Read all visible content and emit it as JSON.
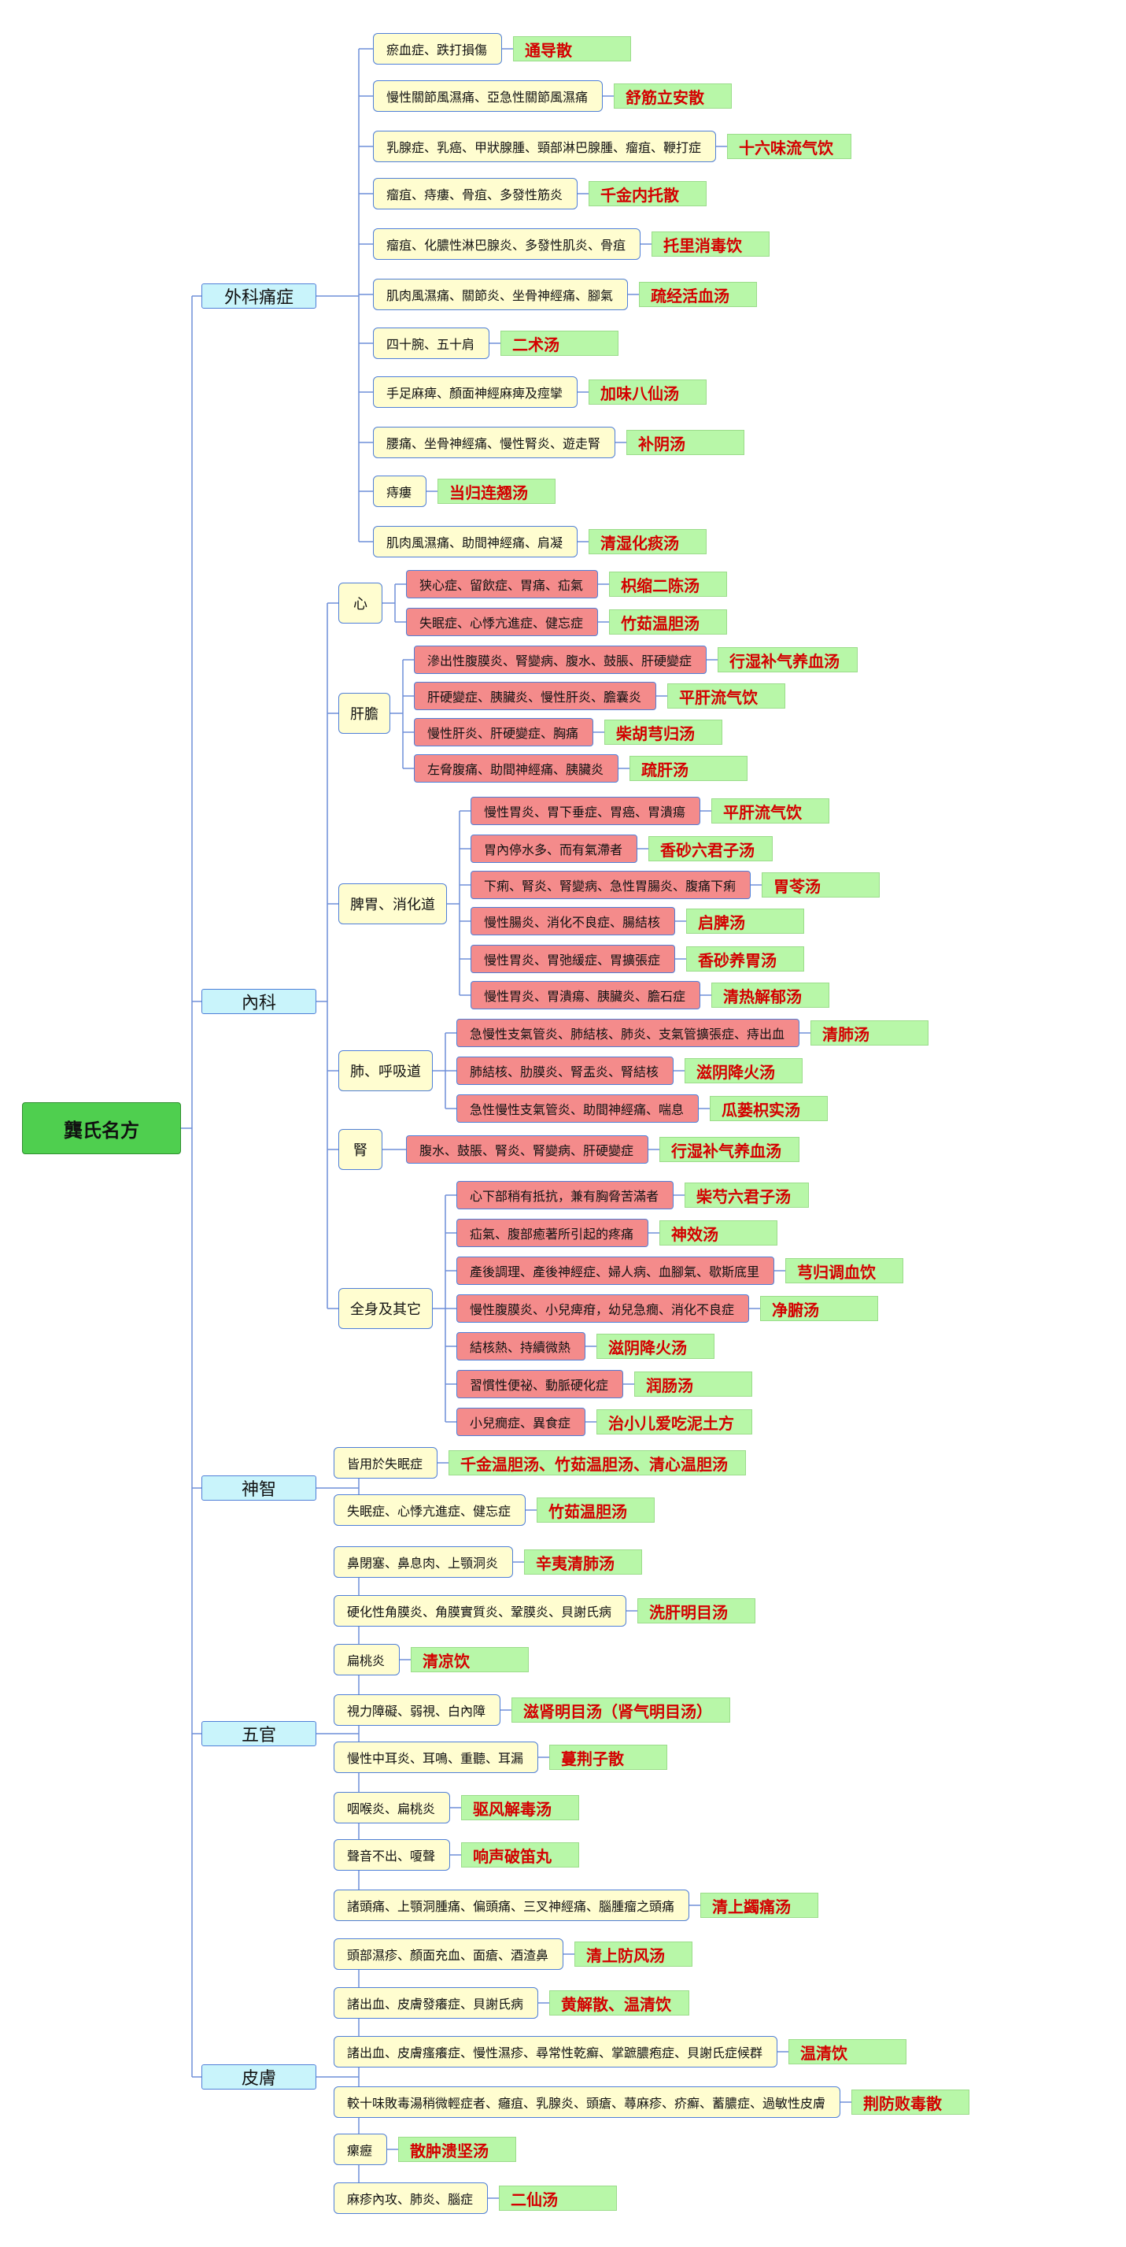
{
  "root": "龔氏名方",
  "categories": [
    {
      "name": "外科痛症",
      "groups": [
        {
          "name": null,
          "items": [
            {
              "s": "瘀血症、跌打損傷",
              "r": "通导散",
              "t": "y"
            },
            {
              "s": "慢性關節風濕痛、亞急性關節風濕痛",
              "r": "舒筋立安散",
              "t": "y"
            },
            {
              "s": "乳腺症、乳癌、甲狀腺腫、頸部淋巴腺腫、瘤疽、鞭打症",
              "r": "十六味流气饮",
              "t": "y"
            },
            {
              "s": "瘤疽、痔瘻、骨疽、多發性筋炎",
              "r": "千金内托散",
              "t": "y"
            },
            {
              "s": "瘤疽、化膿性淋巴腺炎、多發性肌炎、骨疽",
              "r": "托里消毒饮",
              "t": "y"
            },
            {
              "s": "肌肉風濕痛、關節炎、坐骨神經痛、腳氣",
              "r": "疏经活血汤",
              "t": "y"
            },
            {
              "s": "四十腕、五十肩",
              "r": "二术汤",
              "t": "y"
            },
            {
              "s": "手足麻痺、顏面神經麻痺及痙攣",
              "r": "加味八仙汤",
              "t": "y"
            },
            {
              "s": "腰痛、坐骨神經痛、慢性腎炎、遊走腎",
              "r": "补阴汤",
              "t": "y"
            },
            {
              "s": "痔瘻",
              "r": "当归连翘汤",
              "t": "y"
            },
            {
              "s": "肌肉風濕痛、助間神經痛、肩凝",
              "r": "清湿化痰汤",
              "t": "y"
            }
          ]
        }
      ]
    },
    {
      "name": "內科",
      "groups": [
        {
          "name": "心",
          "items": [
            {
              "s": "狭心症、留飲症、胃痛、疝氣",
              "r": "枳缩二陈汤",
              "t": "r"
            },
            {
              "s": "失眠症、心悸亢進症、健忘症",
              "r": "竹茹温胆汤",
              "t": "r"
            }
          ]
        },
        {
          "name": "肝膽",
          "items": [
            {
              "s": "滲出性腹膜炎、腎變病、腹水、鼓脹、肝硬變症",
              "r": "行湿补气养血汤",
              "t": "r"
            },
            {
              "s": "肝硬變症、胰臟炎、慢性肝炎、膽囊炎",
              "r": "平肝流气饮",
              "t": "r"
            },
            {
              "s": "慢性肝炎、肝硬變症、胸痛",
              "r": "柴胡芎归汤",
              "t": "r"
            },
            {
              "s": "左脅腹痛、助間神經痛、胰臟炎",
              "r": "疏肝汤",
              "t": "r"
            }
          ]
        },
        {
          "name": "脾胃、消化道",
          "items": [
            {
              "s": "慢性胃炎、胃下垂症、胃癌、胃潰瘍",
              "r": "平肝流气饮",
              "t": "r"
            },
            {
              "s": "胃內停水多、而有氣滯者",
              "r": "香砂六君子汤",
              "t": "r"
            },
            {
              "s": "下痢、腎炎、腎變病、急性胃腸炎、腹痛下痢",
              "r": "胃苓汤",
              "t": "r"
            },
            {
              "s": "慢性腸炎、消化不良症、腸結核",
              "r": "启脾汤",
              "t": "r"
            },
            {
              "s": "慢性胃炎、胃弛緩症、胃擴張症",
              "r": "香砂养胃汤",
              "t": "r"
            },
            {
              "s": "慢性胃炎、胃潰瘍、胰臟炎、膽石症",
              "r": "清热解郁汤",
              "t": "r"
            }
          ]
        },
        {
          "name": "肺、呼吸道",
          "items": [
            {
              "s": "急慢性支氣管炎、肺結核、肺炎、支氣管擴張症、痔出血",
              "r": "清肺汤",
              "t": "r"
            },
            {
              "s": "肺結核、肋膜炎、腎盂炎、腎結核",
              "r": "滋阴降火汤",
              "t": "r"
            },
            {
              "s": "急性慢性支氣管炎、助間神經痛、喘息",
              "r": "瓜蒌枳实汤",
              "t": "r"
            }
          ]
        },
        {
          "name": "腎",
          "items": [
            {
              "s": "腹水、鼓脹、腎炎、腎變病、肝硬變症",
              "r": "行湿补气养血汤",
              "t": "r"
            }
          ]
        },
        {
          "name": "全身及其它",
          "items": [
            {
              "s": "心下部稍有抵抗，兼有胸脅苦滿者",
              "r": "柴芍六君子汤",
              "t": "r"
            },
            {
              "s": "疝氣、腹部癒著所引起的疼痛",
              "r": "神效汤",
              "t": "r"
            },
            {
              "s": "產後調理、產後神經症、婦人病、血腳氣、歇斯底里",
              "r": "芎归调血饮",
              "t": "r"
            },
            {
              "s": "慢性腹膜炎、小兒痺疳，幼兒急癇、消化不良症",
              "r": "净腑汤",
              "t": "r"
            },
            {
              "s": "結核熱、持續微熱",
              "r": "滋阴降火汤",
              "t": "r"
            },
            {
              "s": "習慣性便祕、動脈硬化症",
              "r": "润肠汤",
              "t": "r"
            },
            {
              "s": "小兒癇症、異食症",
              "r": "治小儿爱吃泥土方",
              "t": "r"
            }
          ]
        }
      ]
    },
    {
      "name": "神智",
      "groups": [
        {
          "name": null,
          "items": [
            {
              "s": "皆用於失眠症",
              "r": "千金温胆汤、竹茹温胆汤、清心温胆汤",
              "t": "y"
            },
            {
              "s": "失眠症、心悸亢進症、健忘症",
              "r": "竹茹温胆汤",
              "t": "y"
            }
          ]
        }
      ]
    },
    {
      "name": "五官",
      "groups": [
        {
          "name": null,
          "items": [
            {
              "s": "鼻閉塞、鼻息肉、上顎洞炎",
              "r": "辛夷清肺汤",
              "t": "y"
            },
            {
              "s": "硬化性角膜炎、角膜實質炎、鞏膜炎、貝謝氏病",
              "r": "洗肝明目汤",
              "t": "y"
            },
            {
              "s": "扁桃炎",
              "r": "清凉饮",
              "t": "y"
            },
            {
              "s": "視力障礙、弱視、白內障",
              "r": "滋肾明目汤（肾气明目汤）",
              "t": "y"
            },
            {
              "s": "慢性中耳炎、耳鳴、重聽、耳漏",
              "r": "蔓荆子散",
              "t": "y"
            },
            {
              "s": "咽喉炎、扁桃炎",
              "r": "驱风解毒汤",
              "t": "y"
            },
            {
              "s": "聲音不出、嗄聲",
              "r": "响声破笛丸",
              "t": "y"
            },
            {
              "s": "諸頭痛、上顎洞腫痛、偏頭痛、三叉神經痛、腦腫瘤之頭痛",
              "r": "清上蠲痛汤",
              "t": "y"
            }
          ]
        }
      ]
    },
    {
      "name": "皮膚",
      "groups": [
        {
          "name": null,
          "items": [
            {
              "s": "頭部濕疹、顏面充血、面瘡、酒渣鼻",
              "r": "清上防风汤",
              "t": "y"
            },
            {
              "s": "諸出血、皮膚發癢症、貝謝氏病",
              "r": "黄解散、温清饮",
              "t": "y"
            },
            {
              "s": "諸出血、皮膚瘙癢症、慢性濕疹、尋常性乾癬、掌蹠膿疱症、貝謝氏症候群",
              "r": "温清饮",
              "t": "y"
            },
            {
              "s": "較十味敗毒湯稍微輕症者、癰疽、乳腺炎、頭瘡、蕁麻疹、疥癬、蓄膿症、過敏性皮膚",
              "r": "荆防败毒散",
              "t": "y"
            },
            {
              "s": "瘰癧",
              "r": "散肿溃坚汤",
              "t": "y"
            },
            {
              "s": "麻疹內攻、肺炎、腦症",
              "r": "二仙汤",
              "t": "y"
            }
          ]
        }
      ]
    }
  ]
}
